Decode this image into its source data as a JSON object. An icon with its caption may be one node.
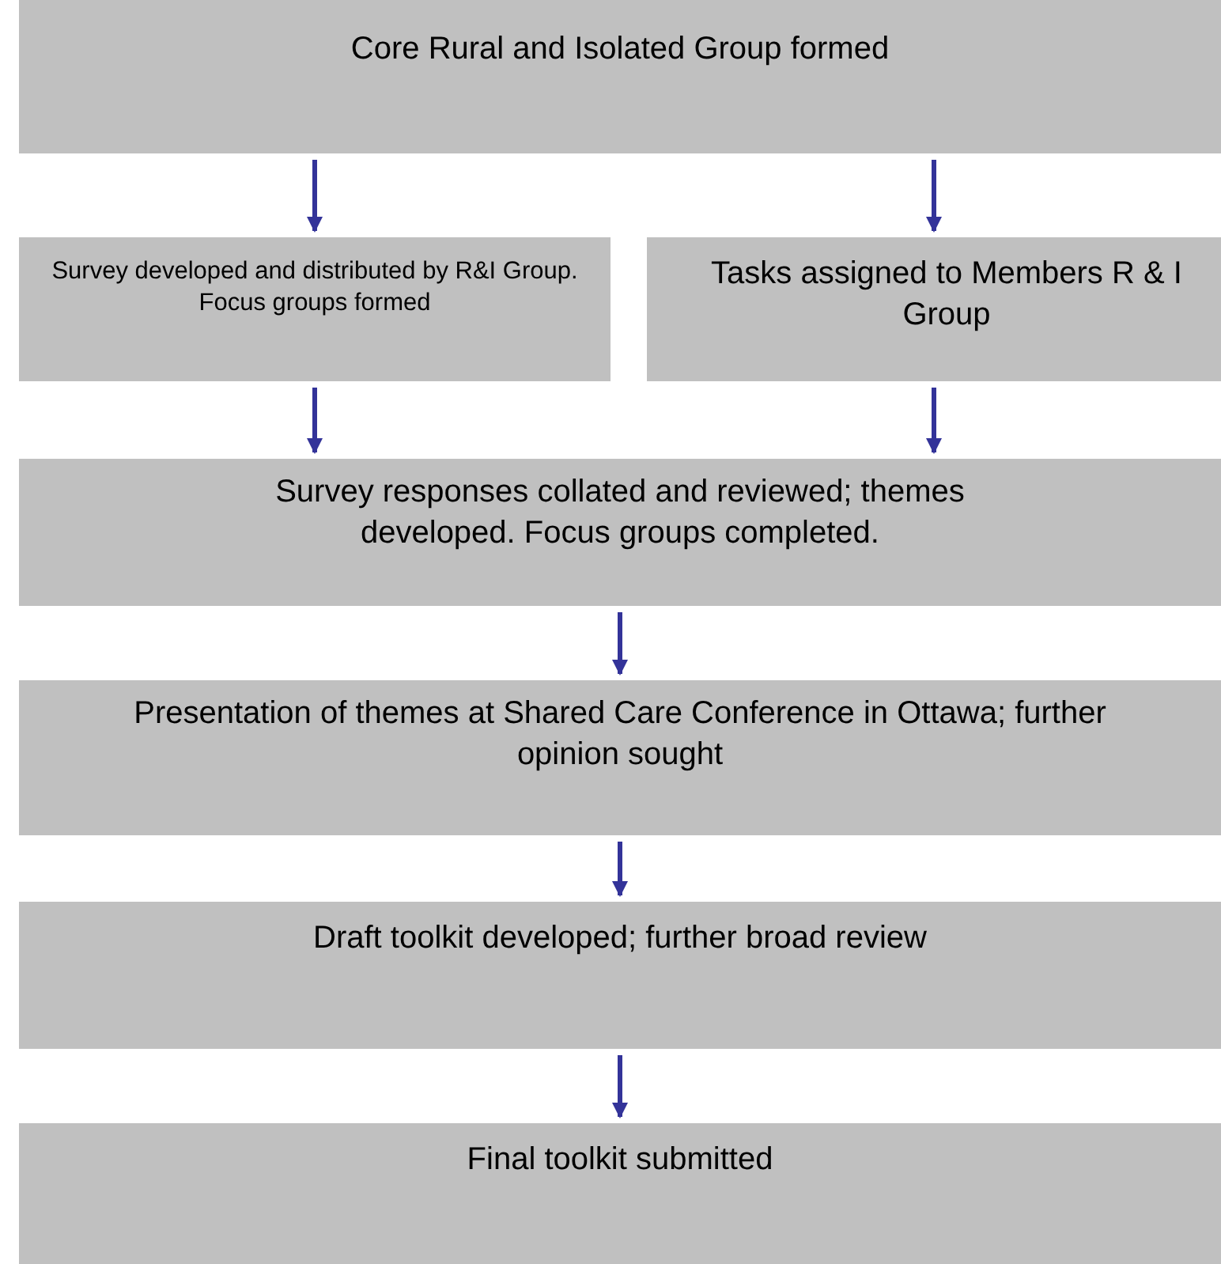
{
  "diagram": {
    "nodes": [
      {
        "text": [
          "Core Rural and Isolated Group formed"
        ]
      },
      {
        "text": [
          "Survey developed and distributed by R&I Group. Focus groups formed"
        ]
      },
      {
        "text": [
          "Tasks assigned to Members R & I Group"
        ]
      },
      {
        "text": [
          "Survey responses collated and reviewed; themes developed. Focus groups completed."
        ]
      },
      {
        "text": [
          "Presentation of themes at Shared Care Conference in Ottawa; further opinion sought"
        ]
      },
      {
        "text": [
          "Draft toolkit developed; further broad review"
        ]
      },
      {
        "text": [
          "Final toolkit submitted"
        ]
      }
    ],
    "edges": [
      {
        "from": 0,
        "to": 1,
        "arrow": "to"
      },
      {
        "from": 0,
        "to": 2,
        "arrow": "to"
      },
      {
        "from": 1,
        "to": 3,
        "arrow": "to"
      },
      {
        "from": 2,
        "to": 3,
        "arrow": "to"
      },
      {
        "from": 3,
        "to": 4,
        "arrow": "to"
      },
      {
        "from": 4,
        "to": 5,
        "arrow": "to"
      },
      {
        "from": 5,
        "to": 6,
        "arrow": "to"
      }
    ]
  }
}
